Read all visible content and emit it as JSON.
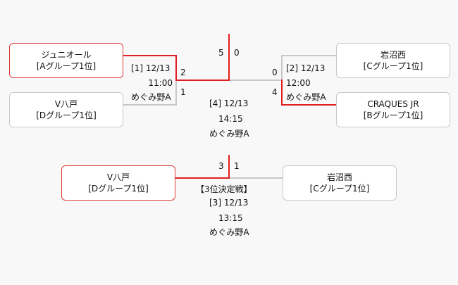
{
  "semifinal1": {
    "home": {
      "name": "ジュニオール",
      "group": "[Aグループ1位]",
      "score": "2"
    },
    "away": {
      "name": "V八戸",
      "group": "[Dグループ1位]",
      "score": "1"
    },
    "match_no": "[1] 12/13",
    "time": "11:00",
    "venue": "めぐみ野A"
  },
  "semifinal2": {
    "home": {
      "name": "岩沼西",
      "group": "[Cグループ1位]",
      "score": "0"
    },
    "away": {
      "name": "CRAQUES JR",
      "group": "[Bグループ1位]",
      "score": "4"
    },
    "match_no": "[2] 12/13",
    "time": "12:00",
    "venue": "めぐみ野A"
  },
  "final": {
    "score_left": "5",
    "score_right": "0",
    "match_no": "[4] 12/13",
    "time": "14:15",
    "venue": "めぐみ野A"
  },
  "third_place": {
    "title": "【3位決定戦】",
    "left": {
      "name": "V八戸",
      "group": "[Dグループ1位]",
      "score": "3"
    },
    "right": {
      "name": "岩沼西",
      "group": "[Cグループ1位]",
      "score": "1"
    },
    "match_no": "[3] 12/13",
    "time": "13:15",
    "venue": "めぐみ野A"
  },
  "colors": {
    "winner_line": "#e02020",
    "loser_line": "#c8c8c8",
    "winner_border": "#e03a3a"
  }
}
